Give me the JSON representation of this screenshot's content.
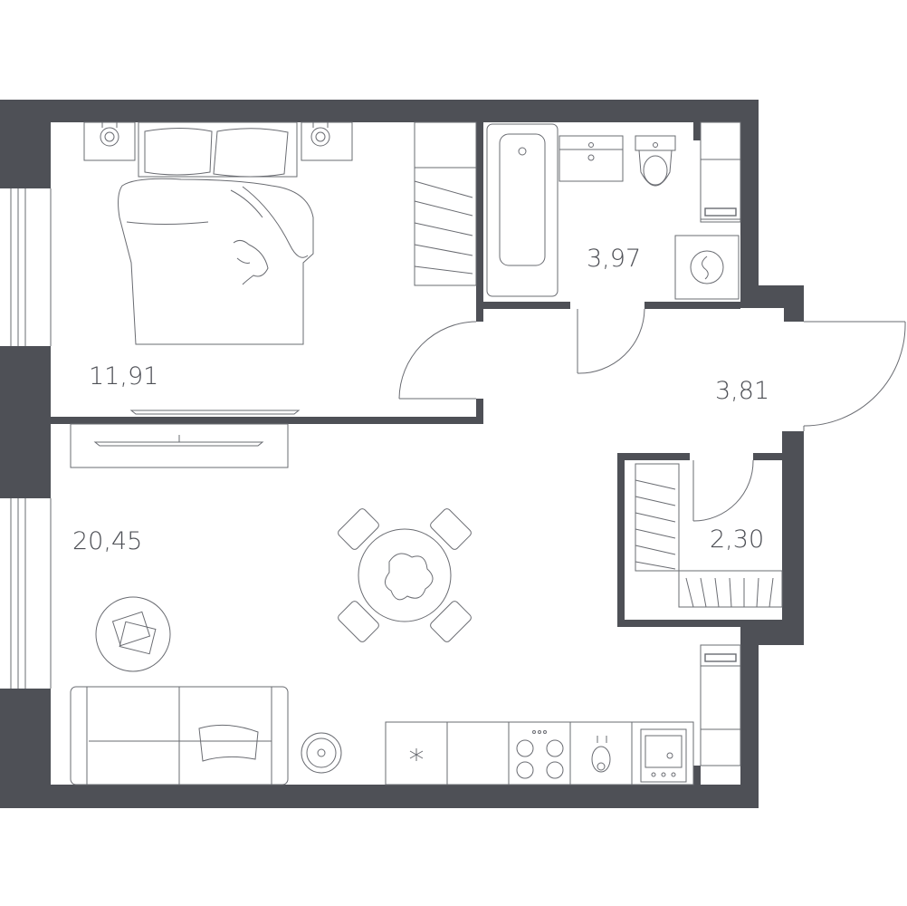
{
  "rooms": {
    "bedroom": {
      "area": "11,91"
    },
    "bathroom": {
      "area": "3,97"
    },
    "hallway": {
      "area": "3,81"
    },
    "wardrobe": {
      "area": "2,30"
    },
    "living_kitchen": {
      "area": "20,45"
    }
  },
  "colors": {
    "wall": "#4e5056",
    "line": "#6a6c72",
    "background": "#ffffff"
  },
  "icons": [
    "bed-icon",
    "nightstand-icon",
    "wardrobe-icon",
    "bathtub-icon",
    "sink-icon",
    "toilet-icon",
    "washing-machine-icon",
    "tv-icon",
    "dining-table-icon",
    "chair-icon",
    "coffee-table-icon",
    "sofa-icon",
    "robot-vacuum-icon",
    "cooktop-icon",
    "oven-icon",
    "door-icon",
    "window-icon"
  ]
}
